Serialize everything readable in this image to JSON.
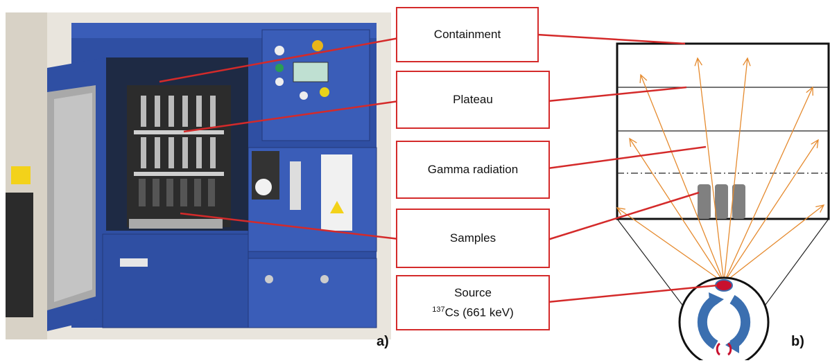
{
  "labels": {
    "containment": "Containment",
    "plateau": "Plateau",
    "gamma": "Gamma radiation",
    "samples": "Samples",
    "source_line1": "Source",
    "source_isotope_mass": "137",
    "source_isotope_rest": "Cs (661 keV)"
  },
  "panels": {
    "a": "a)",
    "b": "b)"
  },
  "colors": {
    "callout_border": "#d42a2a",
    "ray": "#e58a2e",
    "cabinet": "#2f4fa3",
    "sample": "#808080",
    "source_red": "#c8102e",
    "arc_blue": "#3b6fb0"
  }
}
